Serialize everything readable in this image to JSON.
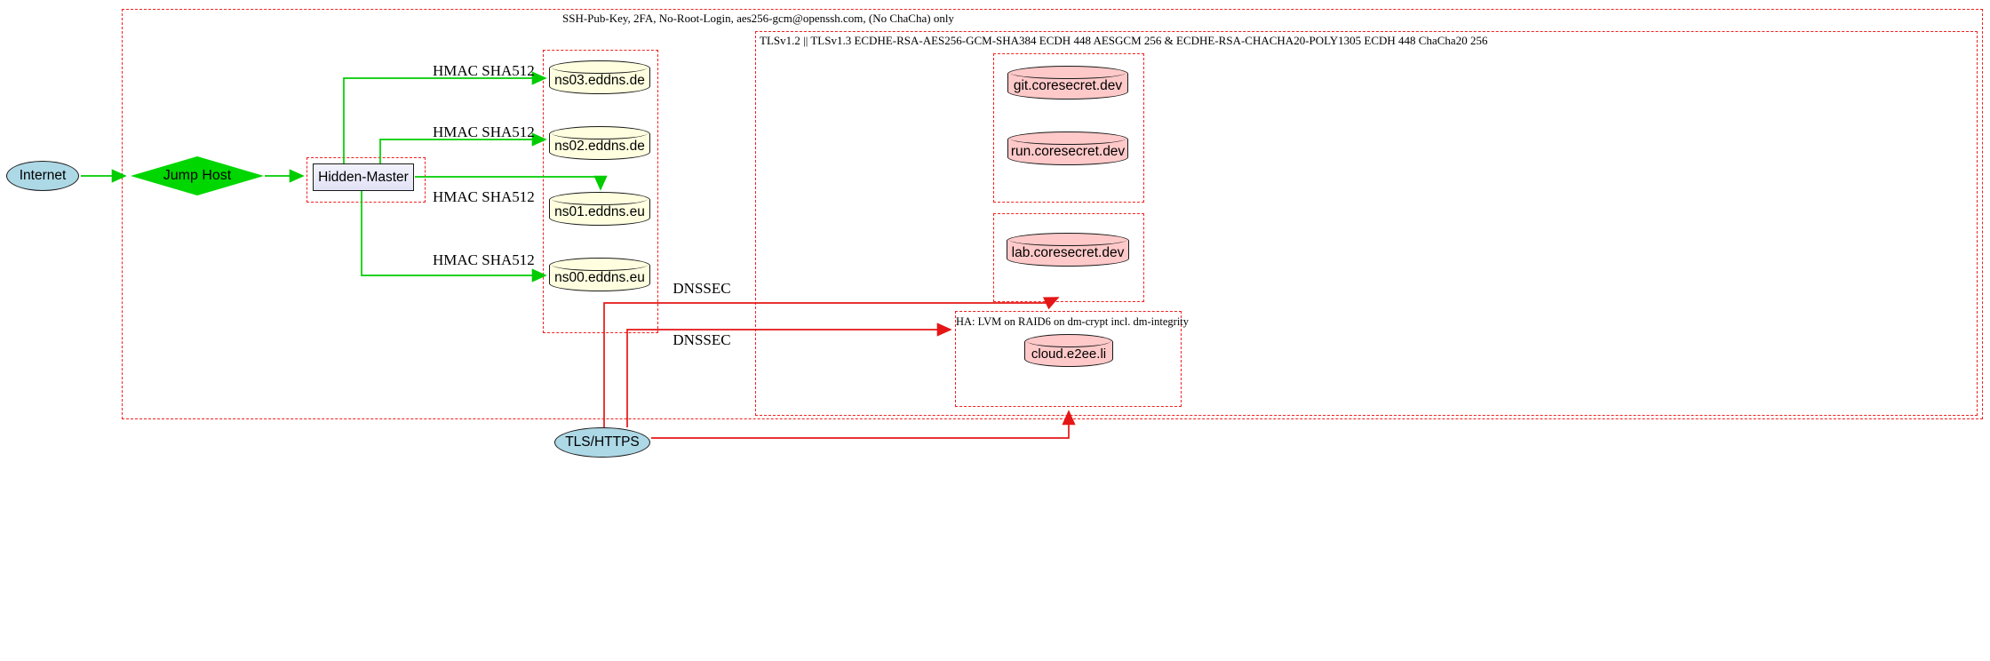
{
  "clusters": {
    "ssh_label": "SSH-Pub-Key, 2FA, No-Root-Login, aes256-gcm@openssh.com, (No ChaCha) only",
    "tls_label": "TLSv1.2 || TLSv1.3 ECDHE-RSA-AES256-GCM-SHA384 ECDH 448 AESGCM 256 & ECDHE-RSA-CHACHA20-POLY1305 ECDH 448 ChaCha20 256",
    "ha_label": "HA: LVM on RAID6 on dm-crypt incl. dm-integrity"
  },
  "nodes": {
    "internet": "Internet",
    "jump_host": "Jump Host",
    "hidden_master": "Hidden-Master",
    "ns03": "ns03.eddns.de",
    "ns02": "ns02.eddns.de",
    "ns01": "ns01.eddns.eu",
    "ns00": "ns00.eddns.eu",
    "git": "git.coresecret.dev",
    "run": "run.coresecret.dev",
    "lab": "lab.coresecret.dev",
    "cloud": "cloud.e2ee.li",
    "tls_https": "TLS/HTTPS"
  },
  "edge_labels": {
    "hmac_ns03": "HMAC SHA512",
    "hmac_ns02": "HMAC SHA512",
    "hmac_ns01": "HMAC SHA512",
    "hmac_ns00": "HMAC SHA512",
    "dnssec_1": "DNSSEC",
    "dnssec_2": "DNSSEC"
  },
  "colors": {
    "cluster_border": "#f22020",
    "edge_green": "#00cc00",
    "edge_red": "#e51616",
    "node_blue": "#add8e6",
    "node_green": "#00d600",
    "node_yellow": "#ffffe0",
    "node_pink": "#ffc9c9",
    "node_lavender": "#e6e6fa"
  }
}
